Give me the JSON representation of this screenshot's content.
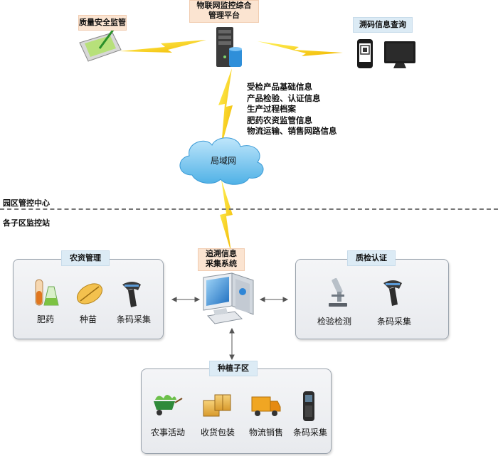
{
  "top": {
    "platform_line1": "物联网监控综合",
    "platform_line2": "管理平台",
    "quality_supervision": "质量安全监管",
    "trace_query": "溯码信息查询"
  },
  "info_list": [
    "受检产品基础信息",
    "产品检验、认证信息",
    "生产过程档案",
    "肥药农资监管信息",
    "物流运输、销售网路信息"
  ],
  "cloud_label": "局域网",
  "zones": {
    "center": "园区管控中心",
    "stations": "各子区监控站"
  },
  "collector": {
    "line1": "追溯信息",
    "line2": "采集系统"
  },
  "panels": {
    "agri": {
      "title": "农资管理",
      "items": [
        "肥药",
        "种苗",
        "条码采集"
      ]
    },
    "quality": {
      "title": "质检认证",
      "items": [
        "检验检测",
        "条码采集"
      ]
    },
    "planting": {
      "title": "种植子区",
      "items": [
        "农事活动",
        "收货包装",
        "物流销售",
        "条码采集"
      ]
    }
  }
}
